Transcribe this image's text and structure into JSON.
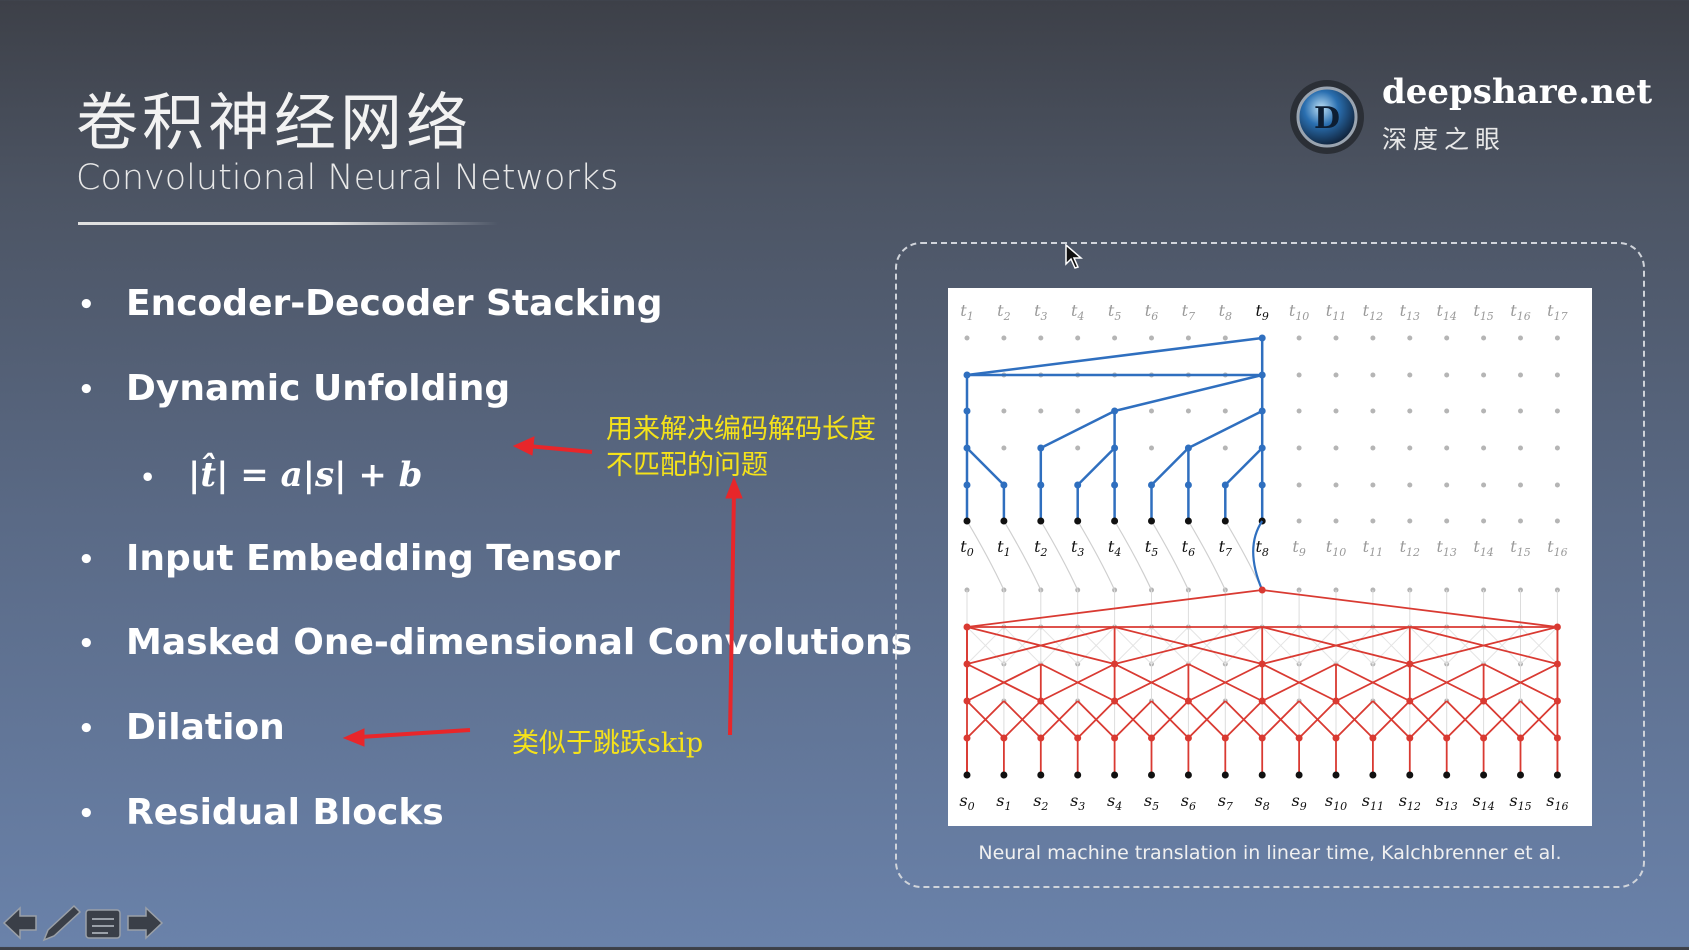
{
  "slide": {
    "title_cn": "卷积神经网络",
    "title_en": "Convolutional Neural Networks"
  },
  "brand": {
    "name": "deepshare.net",
    "subtitle": "深度之眼",
    "logo_letter": "D"
  },
  "bullets": [
    {
      "label": "Encoder-Decoder Stacking"
    },
    {
      "label": "Dynamic Unfolding"
    },
    {
      "label": "Input Embedding Tensor"
    },
    {
      "label": "Masked One-dimensional Convolutions"
    },
    {
      "label": "Dilation"
    },
    {
      "label": "Residual Blocks"
    }
  ],
  "sub_bullet": {
    "formula": "|t̂| = a|s| + b"
  },
  "annotations": {
    "note1_line1": "用来解决编码解码长度",
    "note1_line2": "不匹配的问题",
    "note2": "类似于跳跃skip",
    "color": "#f5e21a",
    "arrow_color": "#e8262a"
  },
  "figure": {
    "caption": "Neural machine translation in linear time, Kalchbrenner et al.",
    "decoder_color": "#2f6fbf",
    "encoder_color": "#d93a32",
    "top_labels": [
      "t1",
      "t2",
      "t3",
      "t4",
      "t5",
      "t6",
      "t7",
      "t8",
      "t9",
      "t10",
      "t11",
      "t12",
      "t13",
      "t14",
      "t15",
      "t16",
      "t17"
    ],
    "mid_labels": [
      "t0",
      "t1",
      "t2",
      "t3",
      "t4",
      "t5",
      "t6",
      "t7",
      "t8",
      "t9",
      "t10",
      "t11",
      "t12",
      "t13",
      "t14",
      "t15",
      "t16"
    ],
    "bottom_labels": [
      "s0",
      "s1",
      "s2",
      "s3",
      "s4",
      "s5",
      "s6",
      "s7",
      "s8",
      "s9",
      "s10",
      "s11",
      "s12",
      "s13",
      "s14",
      "s15",
      "s16"
    ]
  },
  "nav_icons": [
    "prev-arrow-icon",
    "pen-icon",
    "menu-icon",
    "next-arrow-icon"
  ]
}
